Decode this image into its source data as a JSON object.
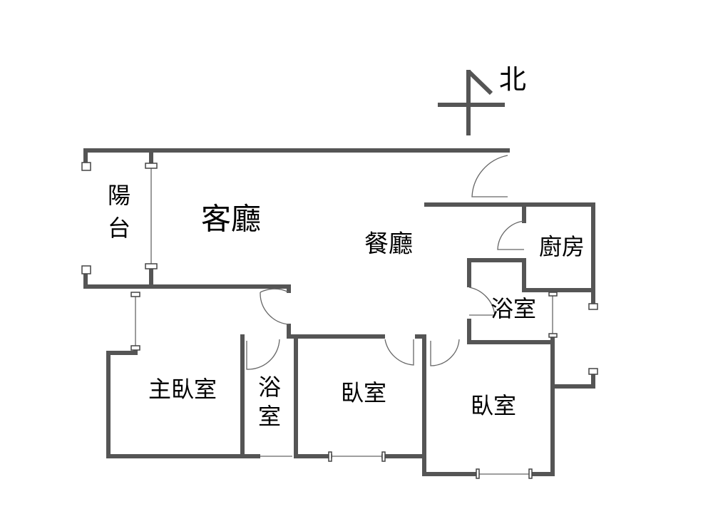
{
  "compass": {
    "north_label": "北"
  },
  "rooms": {
    "balcony": [
      "陽",
      "台"
    ],
    "living_room": "客廳",
    "dining_room": "餐廳",
    "kitchen": "廚房",
    "bathroom_main": "浴室",
    "master_bedroom": "主臥室",
    "bathroom_master": [
      "浴",
      "室"
    ],
    "bedroom_1": "臥室",
    "bedroom_2": "臥室"
  },
  "colors": {
    "wall": "#555555",
    "background": "#ffffff"
  }
}
